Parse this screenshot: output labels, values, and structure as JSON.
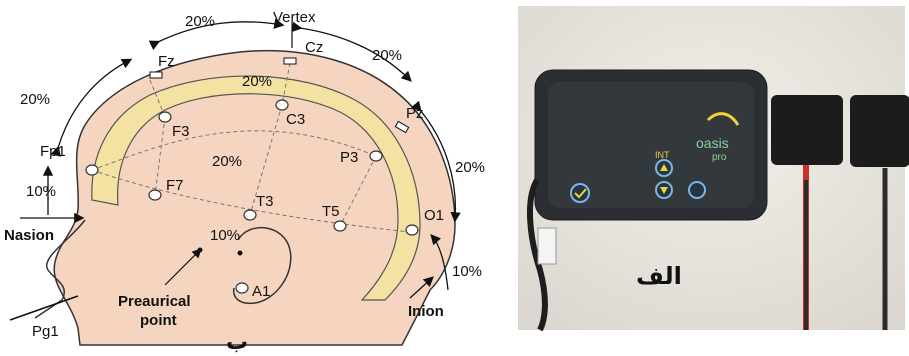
{
  "diagram": {
    "top_label": "Vertex",
    "pct_top_left": "20%",
    "pct_top_right": "20%",
    "pct_left": "20%",
    "pct_right": "20%",
    "pct_mid": "20%",
    "pct_inner": "20%",
    "pct_front_low": "10%",
    "pct_back_low": "10%",
    "pct_ear": "10%",
    "electrodes": {
      "fz": "Fz",
      "cz": "Cz",
      "pz": "Pz",
      "fp1": "Fp1",
      "f3": "F3",
      "c3": "C3",
      "p3": "P3",
      "f7": "F7",
      "t3": "T3",
      "t5": "T5",
      "o1": "O1",
      "a1": "A1",
      "pg1": "Pg1"
    },
    "nasion": "Nasion",
    "inion": "Inion",
    "preauricular": "Preaurical",
    "preauricular_2": "point",
    "panel_label": "ب"
  },
  "photo": {
    "caption": "الف",
    "device_brand": "oasis",
    "device_model": "pro",
    "button_int": "INT"
  },
  "colors": {
    "skin": "#f5d5c0",
    "band": "#f3e2a2",
    "device": "#2b2f33",
    "accent": "#7ab8e8",
    "wall": "#ece9e4",
    "red_lead": "#c8322d"
  }
}
